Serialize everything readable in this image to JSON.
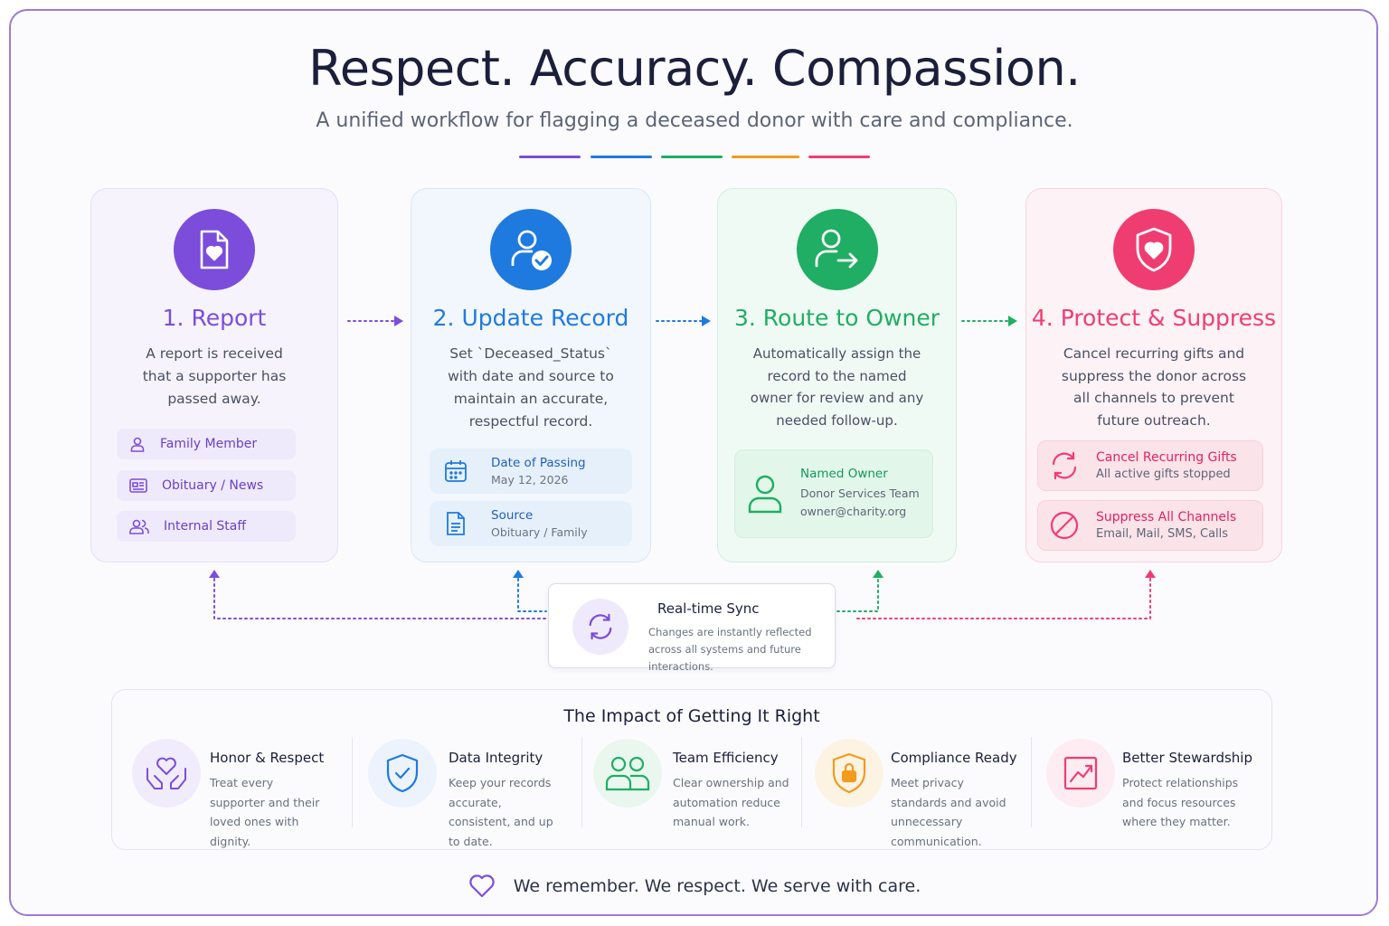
{
  "header": {
    "title": "Respect. Accuracy. Compassion.",
    "subtitle": "A unified workflow for flagging a deceased donor with care and compliance.",
    "accent_colors": [
      "#7c4ddb",
      "#1f7ae0",
      "#1fae63",
      "#f29b1e",
      "#ef3d72"
    ]
  },
  "steps": [
    {
      "title": "1. Report",
      "description": "A report is received that a supporter has passed away.",
      "icon": "heart-document-icon",
      "color": "#7c4ddb",
      "sources": [
        {
          "label": "Family Member",
          "icon": "person-icon"
        },
        {
          "label": "Obituary / News",
          "icon": "newspaper-icon"
        },
        {
          "label": "Internal Staff",
          "icon": "group-icon"
        }
      ]
    },
    {
      "title": "2. Update Record",
      "description": "Set `Deceased_Status` with date and source to maintain an accurate, respectful record.",
      "icon": "user-check-icon",
      "color": "#1f7ae0",
      "fields": [
        {
          "label": "Date of Passing",
          "value": "May 12, 2026",
          "icon": "calendar-icon"
        },
        {
          "label": "Source",
          "value": "Obituary / Family",
          "icon": "document-icon"
        }
      ]
    },
    {
      "title": "3. Route to Owner",
      "description": "Automatically assign the record to the named owner for review and any needed follow-up.",
      "icon": "user-arrow-icon",
      "color": "#1fae63",
      "owner": {
        "label": "Named Owner",
        "team": "Donor Services Team",
        "email": "owner@charity.org"
      }
    },
    {
      "title": "4. Protect & Suppress",
      "description": "Cancel recurring gifts and suppress the donor across all channels to prevent future outreach.",
      "icon": "shield-heart-icon",
      "color": "#ef3d72",
      "actions": [
        {
          "label": "Cancel Recurring Gifts",
          "detail": "All active gifts stopped",
          "icon": "refresh-icon"
        },
        {
          "label": "Suppress All Channels",
          "detail": "Email, Mail, SMS, Calls",
          "icon": "block-icon"
        }
      ]
    }
  ],
  "sync": {
    "title": "Real-time Sync",
    "description": "Changes are instantly reflected across all systems and future interactions.",
    "icon": "sync-icon"
  },
  "impact": {
    "title": "The Impact of Getting It Right",
    "items": [
      {
        "title": "Honor & Respect",
        "description": "Treat every supporter and their loved ones with dignity.",
        "icon": "hands-heart-icon",
        "color": "#7c4ddb"
      },
      {
        "title": "Data Integrity",
        "description": "Keep your records accurate, consistent, and up to date.",
        "icon": "shield-check-icon",
        "color": "#1f7ae0"
      },
      {
        "title": "Team Efficiency",
        "description": "Clear ownership and automation reduce manual work.",
        "icon": "team-icon",
        "color": "#1fae63"
      },
      {
        "title": "Compliance Ready",
        "description": "Meet privacy standards and avoid unnecessary communication.",
        "icon": "shield-lock-icon",
        "color": "#f29b1e"
      },
      {
        "title": "Better Stewardship",
        "description": "Protect relationships and focus resources where they matter.",
        "icon": "trend-chart-icon",
        "color": "#ef3d72"
      }
    ]
  },
  "footer": {
    "text": "We remember. We respect. We serve with care.",
    "icon": "heart-outline-icon"
  }
}
